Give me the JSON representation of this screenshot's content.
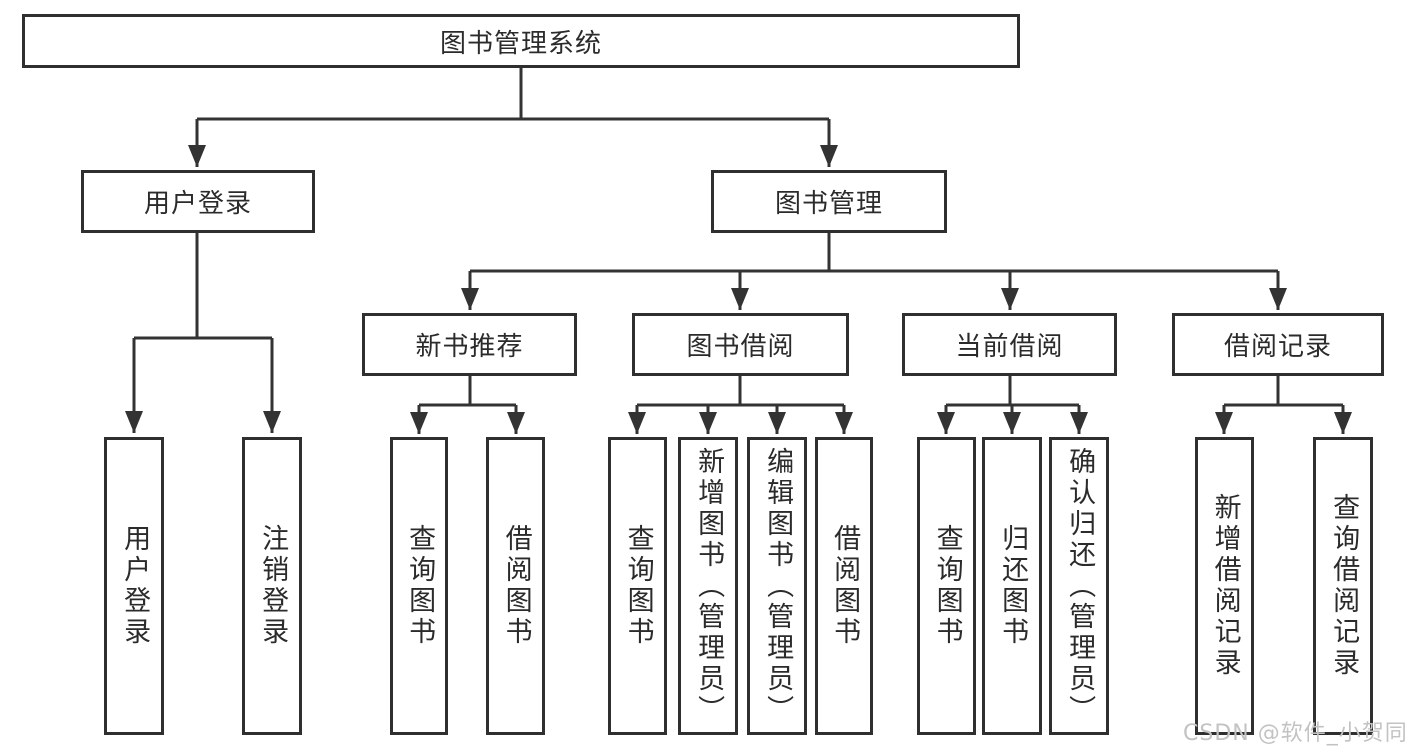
{
  "colors": {
    "line": "#333333",
    "box_border": "#2f2f2f",
    "text": "#2b2b2b",
    "background": "#ffffff",
    "watermark": "#c3c3c3"
  },
  "root": {
    "label": "图书管理系统"
  },
  "branches": [
    {
      "label": "用户登录",
      "children": [
        {
          "label": "用户登录"
        },
        {
          "label": "注销登录"
        }
      ]
    },
    {
      "label": "图书管理",
      "children": [
        {
          "label": "新书推荐",
          "children": [
            {
              "label": "查询图书"
            },
            {
              "label": "借阅图书"
            }
          ]
        },
        {
          "label": "图书借阅",
          "children": [
            {
              "label": "查询图书"
            },
            {
              "label": "新增图书（管理员）"
            },
            {
              "label": "编辑图书（管理员）"
            },
            {
              "label": "借阅图书"
            }
          ]
        },
        {
          "label": "当前借阅",
          "children": [
            {
              "label": "查询图书"
            },
            {
              "label": "归还图书"
            },
            {
              "label": "确认归还（管理员）"
            }
          ]
        },
        {
          "label": "借阅记录",
          "children": [
            {
              "label": "新增借阅记录"
            },
            {
              "label": "查询借阅记录"
            }
          ]
        }
      ]
    }
  ],
  "watermark": "CSDN @软件_小贺同学"
}
